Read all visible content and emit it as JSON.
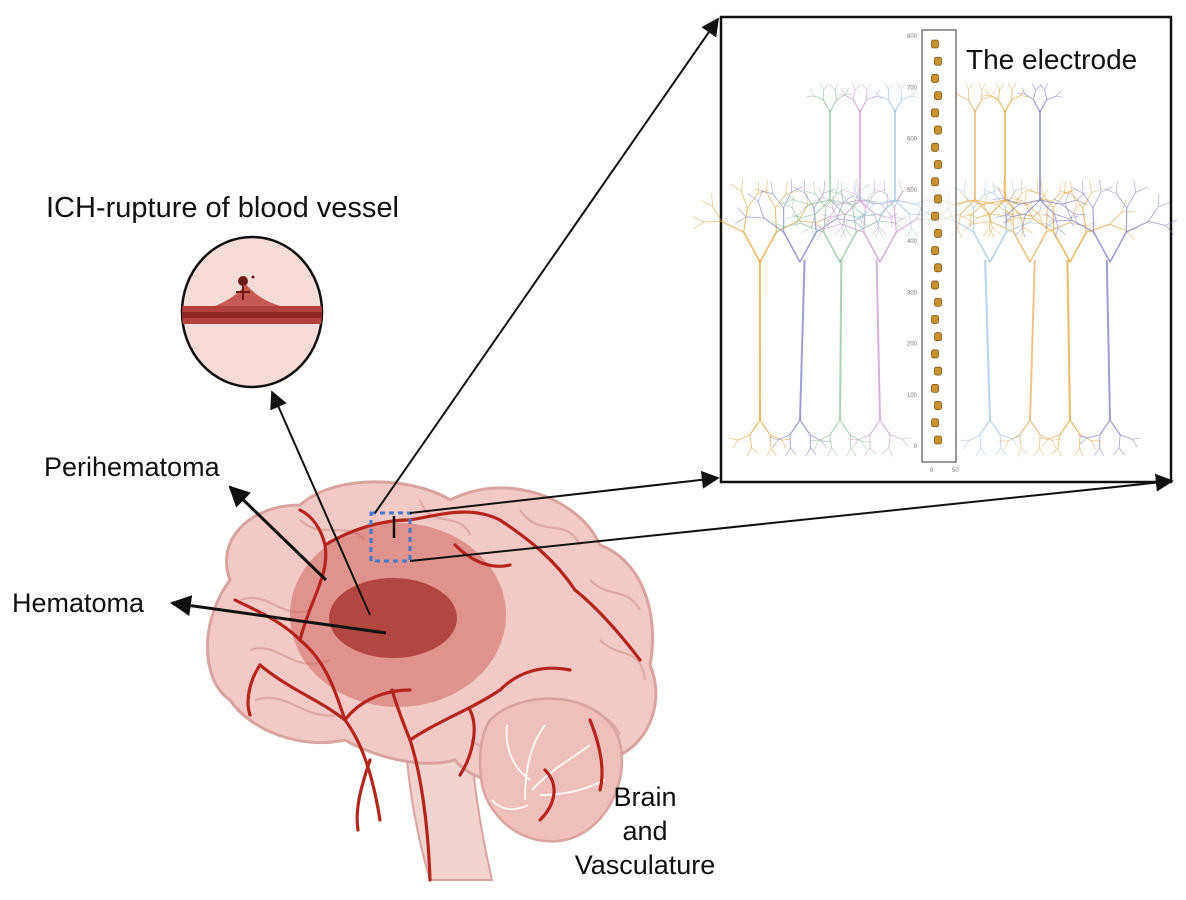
{
  "labels": {
    "ich_title": "ICH-rupture of blood vessel",
    "perihematoma": "Perihematoma",
    "hematoma": "Hematoma",
    "electrode": "The electrode",
    "brain_line1": "Brain",
    "brain_line2": "and",
    "brain_line3": "Vasculature"
  },
  "electrode_scale": {
    "tick_labels": [
      "800",
      "700",
      "600",
      "500",
      "400",
      "300",
      "200",
      "100",
      "0"
    ],
    "bottom_labels": [
      "0",
      "50"
    ]
  },
  "colors": {
    "brain_tissue": "#f2c9c6",
    "brain_outline": "#d9a3a0",
    "vessel": "#b3261e",
    "perihematoma_zone": "#c9504a",
    "hematoma_core": "#a93a35",
    "vessel_circle_bg": "#f6dcd8",
    "arrow": "#111111",
    "electrode_site": "#c8922e",
    "selection_box": "#4a78c8"
  },
  "neuron_colors": [
    "#e6a33a",
    "#7b7fc4",
    "#8fc49a",
    "#c99ad0",
    "#9ec5e6",
    "#e3b062"
  ]
}
